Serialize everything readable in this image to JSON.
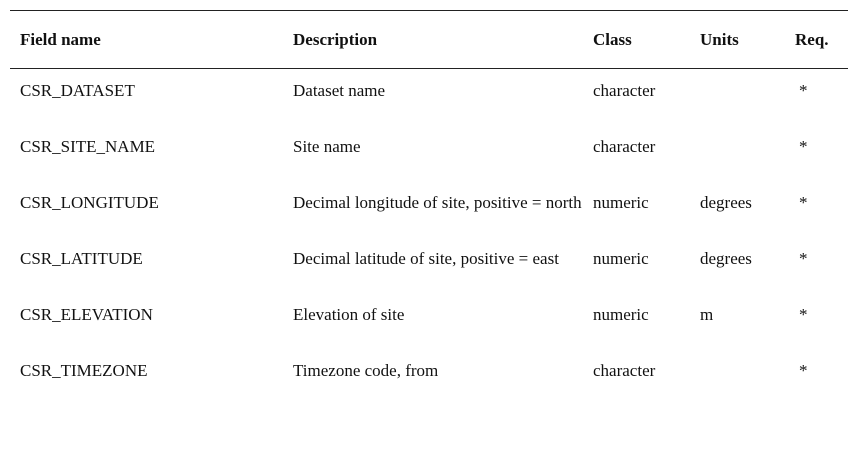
{
  "table": {
    "headers": [
      "Field name",
      "Description",
      "Class",
      "Units",
      "Req."
    ],
    "rows": [
      {
        "field": "CSR_DATASET",
        "description": "Dataset name",
        "class": "character",
        "units": "",
        "req": "*"
      },
      {
        "field": "CSR_SITE_NAME",
        "description": "Site name",
        "class": "character",
        "units": "",
        "req": "*"
      },
      {
        "field": "CSR_LONGITUDE",
        "description": "Decimal longitude of site, positive = north",
        "class": "numeric",
        "units": "degrees",
        "req": "*"
      },
      {
        "field": "CSR_LATITUDE",
        "description": "Decimal latitude of site, positive = east",
        "class": "numeric",
        "units": "degrees",
        "req": "*"
      },
      {
        "field": "CSR_ELEVATION",
        "description": "Elevation of site",
        "class": "numeric",
        "units": "m",
        "req": "*"
      },
      {
        "field": "CSR_TIMEZONE",
        "description": "Timezone code, from",
        "class": "character",
        "units": "",
        "req": "*"
      }
    ]
  }
}
